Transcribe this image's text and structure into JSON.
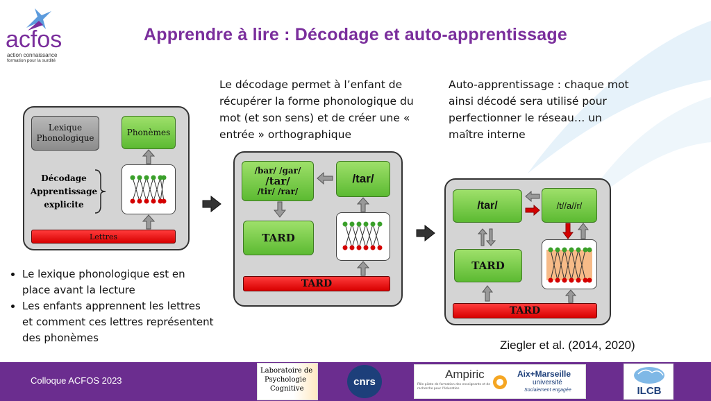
{
  "logo": {
    "name": "acfos",
    "tagline1": "action connaissance",
    "tagline2": "formation pour la surdité"
  },
  "title": "Apprendre à lire : Décodage et auto-apprentissage",
  "panel1": {
    "lexique": "Lexique Phonologique",
    "phonemes": "Phonèmes",
    "decodage": "Décodage",
    "apprentissage": "Apprentissage",
    "explicite": "explicite",
    "lettres": "Lettres"
  },
  "bullets": [
    "Le lexique phonologique est en place avant la lecture",
    "Les enfants apprennent les lettres et comment ces lettres représentent des phonèmes"
  ],
  "desc_middle": "Le décodage permet à l’enfant de récupérer la forme phonologique du mot (et son sens) et de créer une « entrée » orthographique",
  "panel2": {
    "candidates_line1": "/bar/ /gar/",
    "candidates_line2": "/tar/",
    "candidates_line3": "/tir/ /rar/",
    "tar": "/tar/",
    "tard": "TARD",
    "bar": "TARD"
  },
  "desc_right": "Auto-apprentissage : chaque mot ainsi décodé sera utilisé pour perfectionner le réseau… un maître interne",
  "panel3": {
    "tar": "/tar/",
    "phon": "/t//a//r/",
    "tard": "TARD",
    "bar": "TARD"
  },
  "citation": "Ziegler et al. (2014, 2020)",
  "footer": {
    "text": "Colloque ACFOS 2023",
    "lpc_line1": "Laboratoire de",
    "lpc_line2": "Psychologie",
    "lpc_line3": "Cognitive",
    "cnrs": "cnrs",
    "ampiric": "Ampiric",
    "ampiric_sub": "Pôle pilote de formation des enseignants et de recherche pour l'éducation",
    "amu1": "Aix+Marseille",
    "amu2": "université",
    "amu3": "Socialement engagée",
    "ilcb": "ILCB"
  },
  "colors": {
    "accent": "#7a2e9c",
    "green": "#6cc63c",
    "red": "#e00000",
    "footer": "#6b2d8f"
  }
}
